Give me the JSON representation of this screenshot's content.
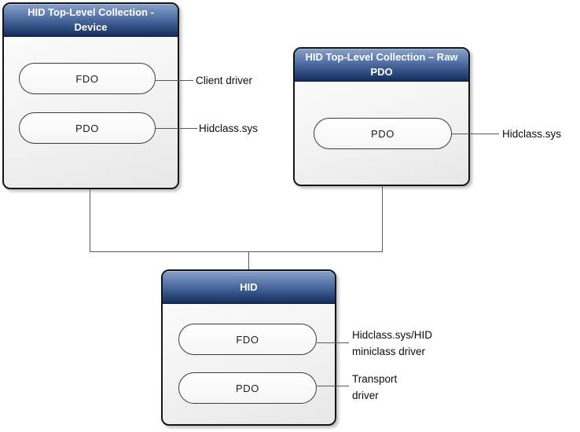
{
  "colors": {
    "header_gradient_top": "#8aa2c8",
    "header_gradient_bottom": "#17305f",
    "header_text": "#ffffff",
    "body_fill_top": "#fdfdfd",
    "body_fill_bottom": "#e7e7e7",
    "box_border": "#151515",
    "pill_border": "#3a3a3a",
    "connector": "#595959",
    "label_text": "#0c0c0c"
  },
  "boxes": [
    {
      "title_line1": "HID Top-Level Collection -",
      "title_line2": "Device",
      "nodes": [
        {
          "label": "FDO",
          "callout_line1": "Client driver",
          "callout_line2": ""
        },
        {
          "label": "PDO",
          "callout_line1": "Hidclass.sys",
          "callout_line2": ""
        }
      ]
    },
    {
      "title_line1": "HID Top-Level Collection – Raw",
      "title_line2": "PDO",
      "nodes": [
        {
          "label": "PDO",
          "callout_line1": "Hidclass.sys",
          "callout_line2": ""
        }
      ]
    },
    {
      "title_line1": "HID",
      "title_line2": "",
      "nodes": [
        {
          "label": "FDO",
          "callout_line1": "Hidclass.sys/HID",
          "callout_line2": "miniclass driver"
        },
        {
          "label": "PDO",
          "callout_line1": "Transport",
          "callout_line2": "driver"
        }
      ]
    }
  ]
}
